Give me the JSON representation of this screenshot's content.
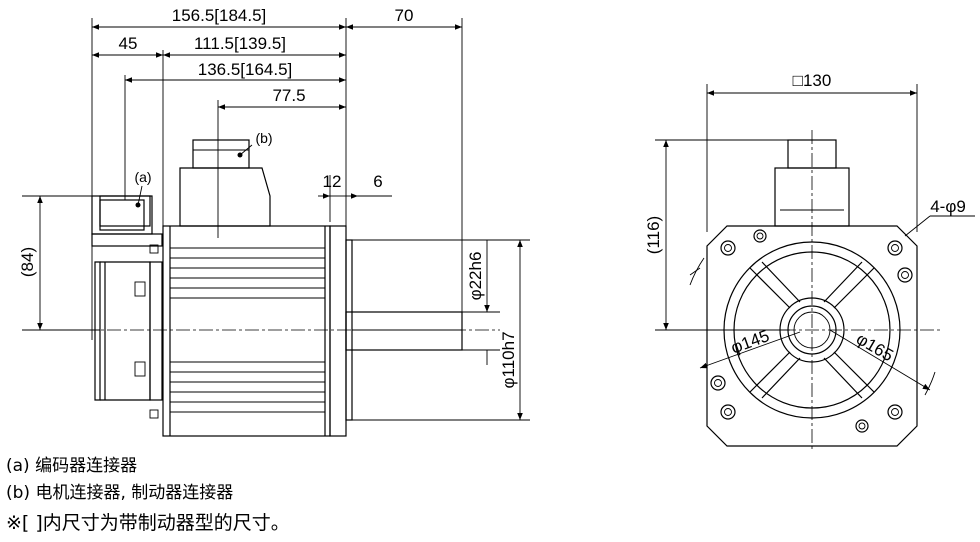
{
  "side_view": {
    "dim_overall": "156.5[184.5]",
    "dim_shaft_length": "70",
    "dim_45": "45",
    "dim_111": "111.5[139.5]",
    "dim_136": "136.5[164.5]",
    "dim_77": "77.5",
    "dim_12": "12",
    "dim_6": "6",
    "dim_84": "(84)",
    "dim_shaft_dia": "φ22h6",
    "dim_spigot_dia": "φ110h7",
    "callout_a": "(a)",
    "callout_b": "(b)"
  },
  "front_view": {
    "dim_square": "□130",
    "dim_116": "(116)",
    "dim_holes": "4-φ9",
    "dim_pcd_inner": "φ145",
    "dim_pcd_outer": "φ165"
  },
  "notes": {
    "a": "(a) 编码器连接器",
    "b": "(b) 电机连接器, 制动器连接器",
    "c": "※[ ]内尺寸为带制动器型的尺寸。"
  }
}
